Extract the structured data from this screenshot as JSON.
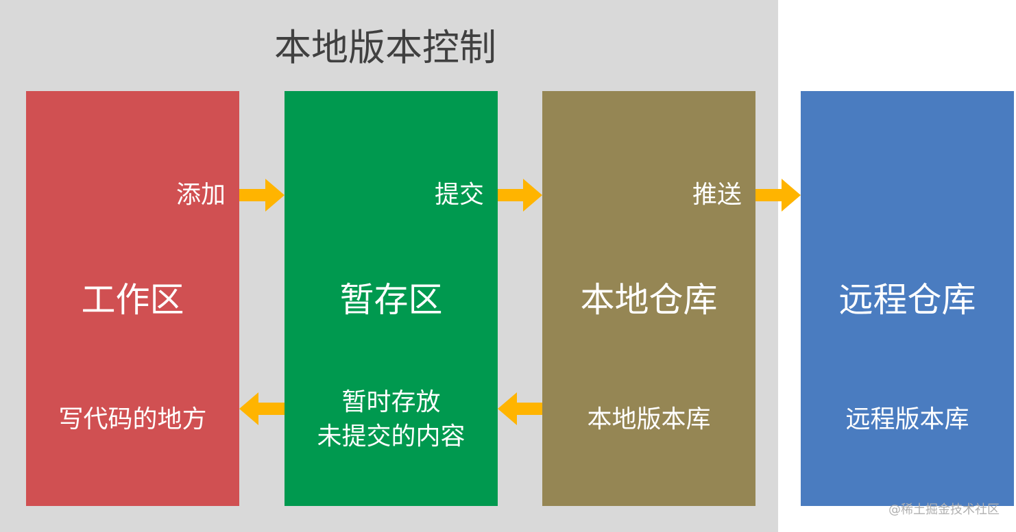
{
  "local_version_control": {
    "title": "本地版本控制"
  },
  "areas": {
    "work": {
      "title": "工作区",
      "desc": "写代码的地方",
      "action": "添加"
    },
    "stage": {
      "title": "暂存区",
      "desc_line1": "暂时存放",
      "desc_line2": "未提交的内容",
      "action": "提交"
    },
    "local": {
      "title": "本地仓库",
      "desc": "本地版本库",
      "action": "推送"
    },
    "remote": {
      "title": "远程仓库",
      "desc": "远程版本库"
    }
  },
  "colors": {
    "work": "#d05052",
    "stage": "#00994f",
    "local": "#958654",
    "remote": "#4a7cc0",
    "arrow": "#ffb400",
    "local_bg": "#d9d9d9"
  },
  "watermark": "@稀土掘金技术社区"
}
